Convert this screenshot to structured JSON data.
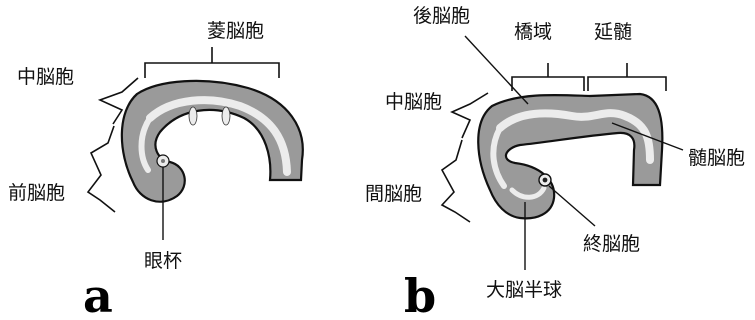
{
  "panels": {
    "a": {
      "letter": "a",
      "labels": {
        "rhombencephalon": "菱脳胞",
        "mesencephalon": "中脳胞",
        "prosencephalon": "前脳胞",
        "optic_cup": "眼杯"
      }
    },
    "b": {
      "letter": "b",
      "labels": {
        "hindbrain_vesicle": "後脳胞",
        "pons_region": "橋域",
        "medulla": "延髄",
        "mesencephalon": "中脳胞",
        "diencephalon": "間脳胞",
        "myelencephalon": "髄脳胞",
        "telencephalon": "終脳胞",
        "cerebral_hemisphere": "大脳半球"
      }
    }
  }
}
